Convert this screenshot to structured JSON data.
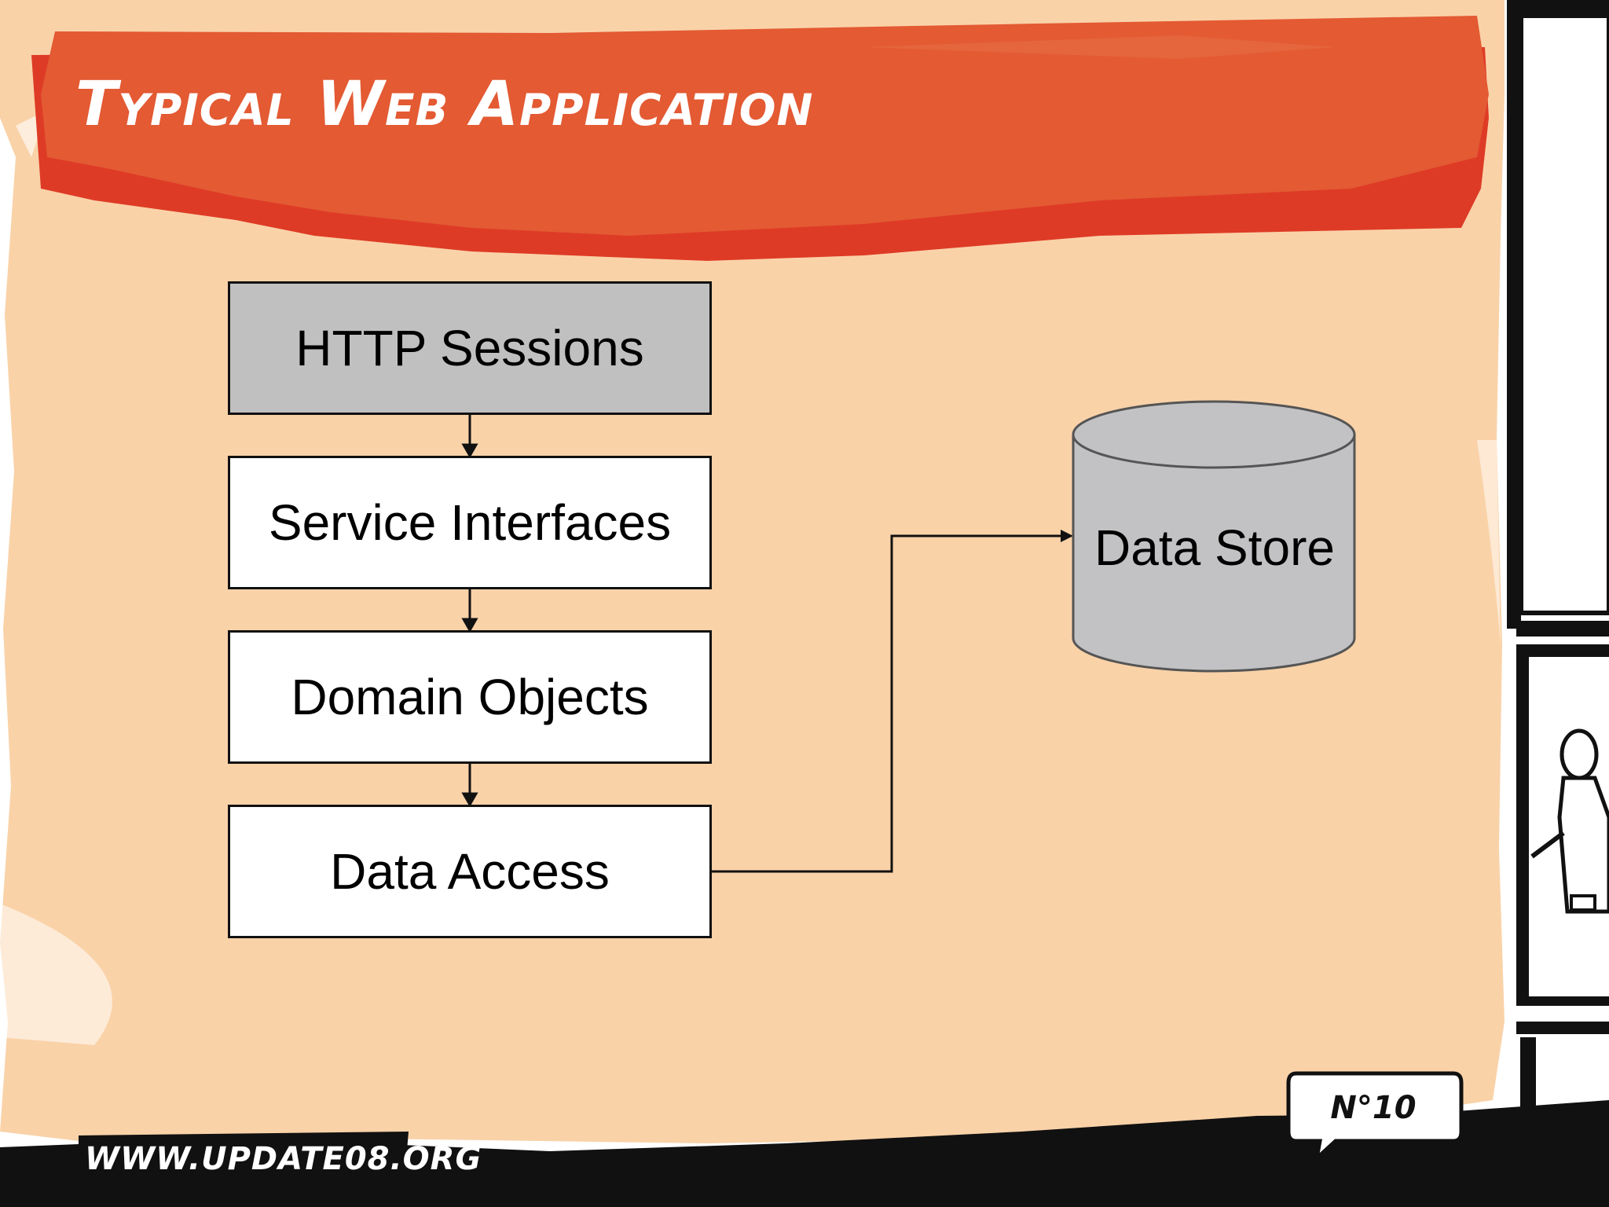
{
  "slide": {
    "title": "Typical Web Application",
    "footer_url": "WWW.UPDATE08.ORG",
    "page_number": "N°10"
  },
  "diagram": {
    "layers": [
      {
        "label": "HTTP Sessions",
        "style": "gray"
      },
      {
        "label": "Service Interfaces",
        "style": "white"
      },
      {
        "label": "Domain Objects",
        "style": "white"
      },
      {
        "label": "Data Access",
        "style": "white"
      }
    ],
    "store": {
      "label": "Data Store"
    }
  },
  "colors": {
    "background": "#fad2a8",
    "banner": "#e35a33",
    "banner_dark": "#de3b26",
    "layer_gray": "#c0c0c0",
    "store_gray": "#c2c2c4",
    "ink": "#111111"
  }
}
